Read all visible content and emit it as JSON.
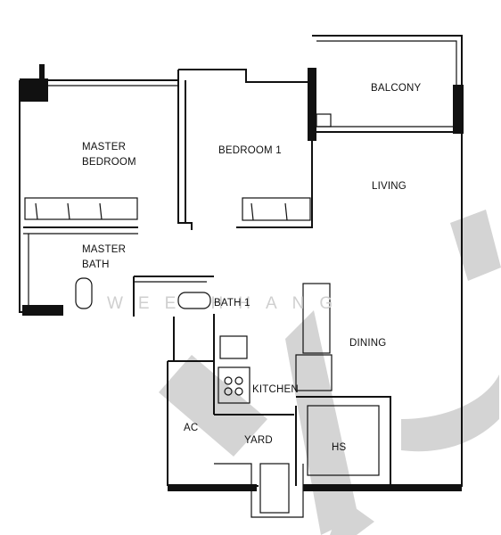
{
  "plan": {
    "rooms": {
      "balcony": "BALCONY",
      "master_bedroom_line1": "MASTER",
      "master_bedroom_line2": "BEDROOM",
      "bedroom_1": "BEDROOM 1",
      "living": "LIVING",
      "master_bath_line1": "MASTER",
      "master_bath_line2": "BATH",
      "bath_1": "BATH 1",
      "dining": "DINING",
      "kitchen": "KITCHEN",
      "ac": "AC",
      "yard": "YARD",
      "hs": "HS"
    },
    "watermark": "WEE HHANG",
    "colors": {
      "wall": "#111111",
      "watermark": "#cfcfcf",
      "background": "#ffffff"
    }
  }
}
